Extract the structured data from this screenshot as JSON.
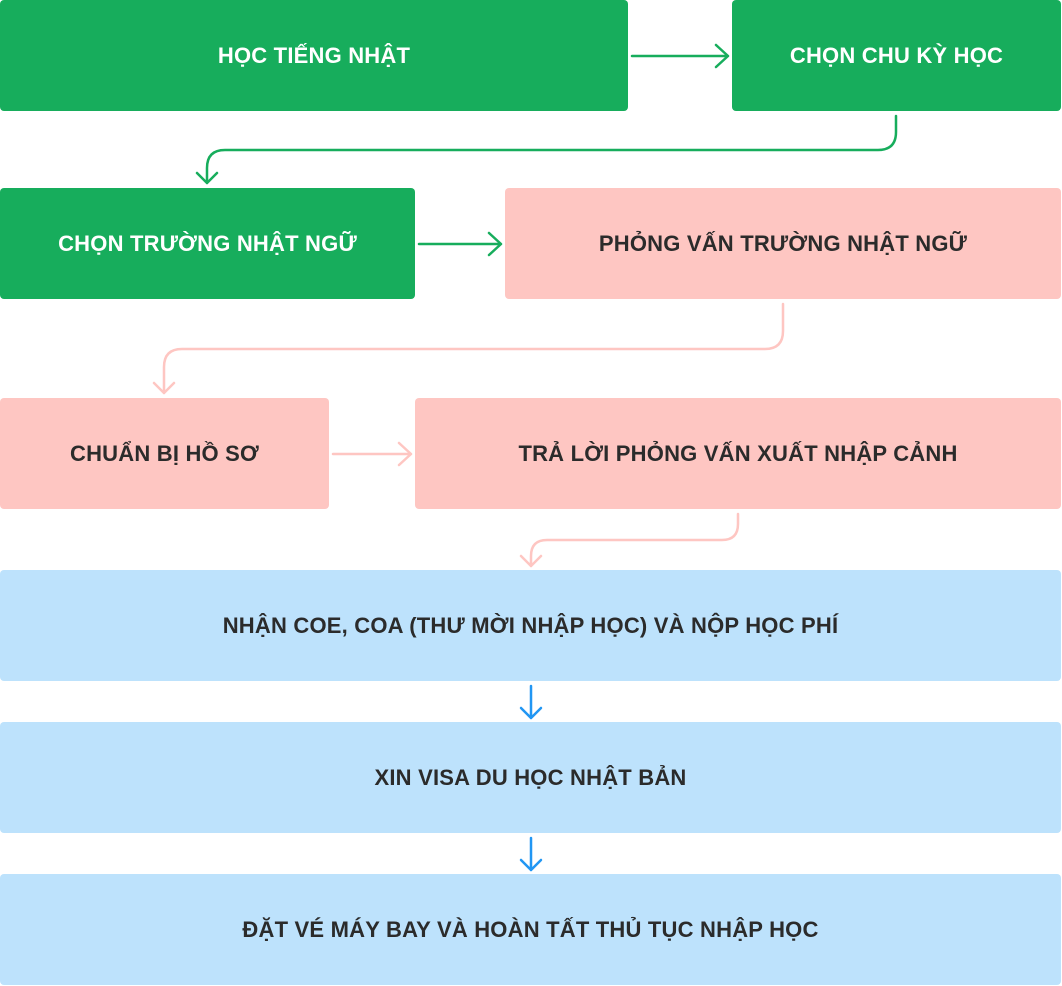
{
  "colors": {
    "green": "#17ad5c",
    "pink": "#fec6c2",
    "blue": "#bde2fc",
    "blue_arrow": "#2196f3",
    "dark_text": "#2b2b2b",
    "white_text": "#ffffff"
  },
  "steps": [
    {
      "label": "HỌC TIẾNG NHẬT",
      "color": "green"
    },
    {
      "label": "CHỌN CHU KỲ HỌC",
      "color": "green"
    },
    {
      "label": "CHỌN TRƯỜNG NHẬT NGỮ",
      "color": "green"
    },
    {
      "label": "PHỎNG VẤN TRƯỜNG NHẬT NGỮ",
      "color": "pink"
    },
    {
      "label": "CHUẨN BỊ HỒ SƠ",
      "color": "pink"
    },
    {
      "label": "TRẢ LỜI PHỎNG VẤN XUẤT NHẬP CẢNH",
      "color": "pink"
    },
    {
      "label": "NHẬN COE, COA (THƯ MỜI NHẬP HỌC) VÀ NỘP HỌC PHÍ",
      "color": "blue"
    },
    {
      "label": "XIN VISA DU HỌC NHẬT BẢN",
      "color": "blue"
    },
    {
      "label": "ĐẶT VÉ MÁY BAY VÀ HOÀN TẤT THỦ TỤC NHẬP HỌC",
      "color": "blue"
    }
  ]
}
